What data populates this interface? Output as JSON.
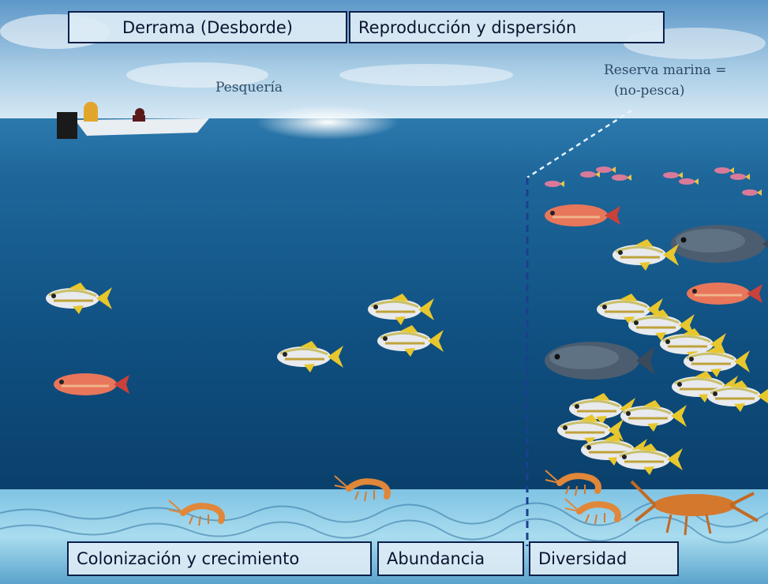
{
  "top_labels": {
    "spillover": "Derrama (Desborde)",
    "reproduction": "Reproducción y dispersión"
  },
  "scene_labels": {
    "fishery": "Pesquería",
    "reserve_line1": "Reserva marina =",
    "reserve_line2": "(no-pesca)"
  },
  "bottom_labels": {
    "colonization": "Colonización y crecimiento",
    "abundance": "Abundancia",
    "diversity": "Diversidad"
  },
  "colors": {
    "sky_top": "#6fa3cf",
    "sky_bottom": "#d7e9f4",
    "sea_surface": "#2f7fb4",
    "sea_deep": "#0b4a78",
    "label_border": "#0b1f4a",
    "reserve_line": "#1b3f8f"
  }
}
